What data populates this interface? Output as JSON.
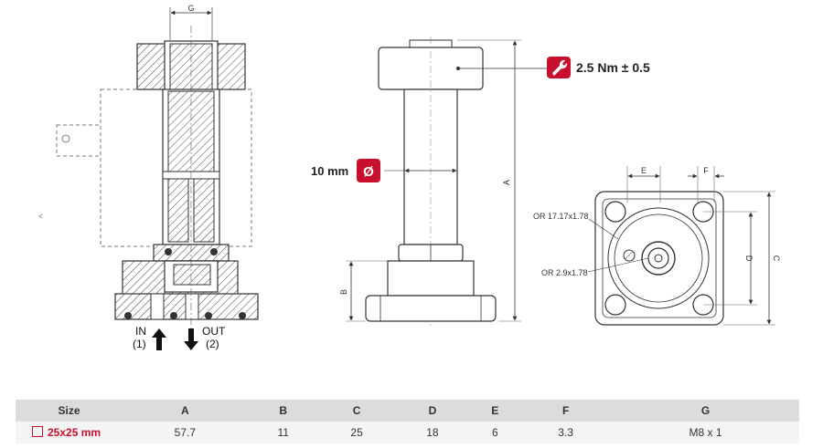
{
  "diagram": {
    "section_dim": "G",
    "port_in": "IN",
    "port_in_num": "(1)",
    "port_out": "OUT",
    "port_out_num": "(2)",
    "stem_dim": "10 mm",
    "diameter_symbol": "Ø",
    "torque": "2.5 Nm ± 0.5",
    "torque_icon": "wrench-icon",
    "dim_a": "A",
    "dim_b": "B",
    "dim_c": "C",
    "dim_d": "D",
    "dim_e": "E",
    "dim_f": "F",
    "oring_large": "OR 17.17x1.78",
    "oring_small": "OR 2.9x1.78",
    "accent_color": "#c8102e"
  },
  "table": {
    "headers": [
      "Size",
      "A",
      "B",
      "C",
      "D",
      "E",
      "F",
      "G"
    ],
    "rows": [
      [
        "25x25 mm",
        "57.7",
        "11",
        "25",
        "18",
        "6",
        "3.3",
        "M8 x 1"
      ]
    ]
  }
}
